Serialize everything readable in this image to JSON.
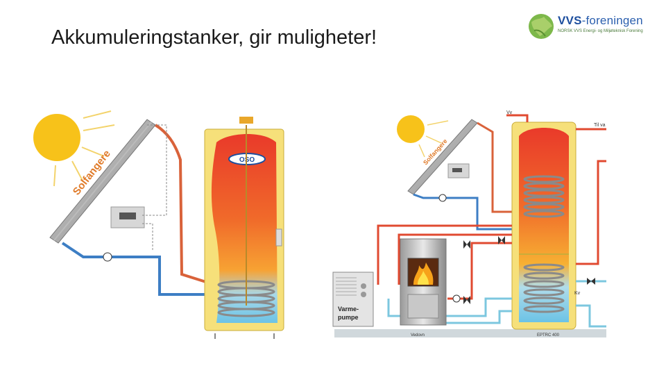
{
  "slide": {
    "title": "Akkumuleringstanker, gir muligheter!"
  },
  "logo": {
    "brand": "VVS",
    "brand_rest": "-foreningen",
    "tagline": "NORSK VVS Energi- og Miljøteknisk Forening"
  },
  "left_diagram": {
    "collector_label": "Solfangere",
    "tank_badge": "OSO"
  },
  "right_diagram": {
    "collector_label": "Solfangere",
    "heatpump_label_1": "Varme-",
    "heatpump_label_2": "pumpe",
    "label_vv": "Vv",
    "label_til_va": "Til va",
    "label_kv": "Kv",
    "label_vedovn": "Vedovn",
    "label_tank_model": "EPTRC 400"
  },
  "colors": {
    "hot": "#e8402a",
    "cold": "#2a6fb8",
    "pipe_hot": "#d9623a",
    "pipe_cold": "#3d7ec4",
    "tank_shell": "#f6e07a"
  }
}
